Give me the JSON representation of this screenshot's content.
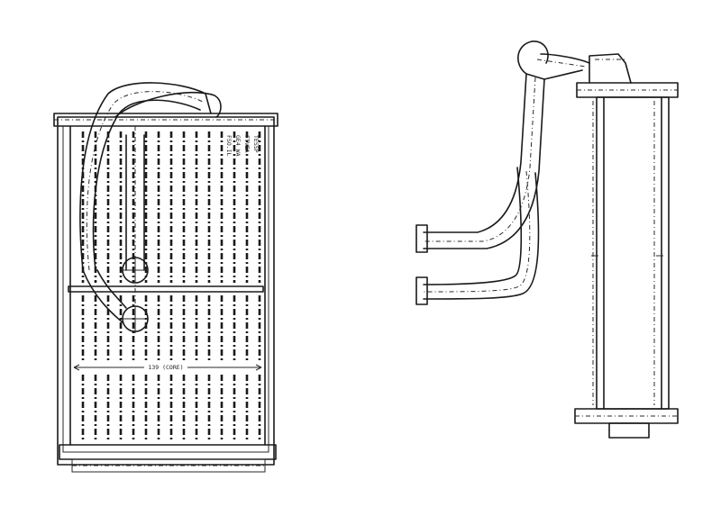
{
  "drawing": {
    "front_view": {
      "dimension_label": "139 (CORE)",
      "label_stamp": [
        "FSO.IL",
        "GE4 WA",
        "FTVEA",
        "TESSP"
      ]
    },
    "side_view": {}
  }
}
